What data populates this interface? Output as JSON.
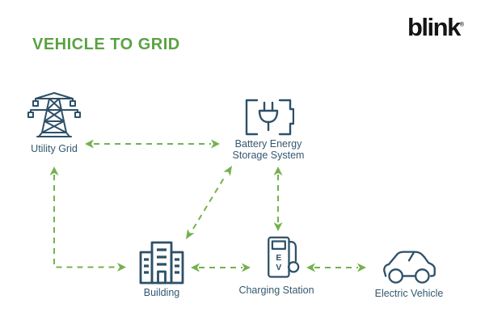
{
  "header": {
    "title": "VEHICLE TO GRID",
    "logo_text": "blink",
    "logo_trademark": "®"
  },
  "colors": {
    "title_green": "#5ba244",
    "arrow_green": "#74b14e",
    "icon_blue": "#2d5068",
    "label_blue": "#33586e",
    "logo_black": "#141414",
    "background": "#ffffff"
  },
  "nodes": {
    "utility_grid": {
      "label": "Utility Grid",
      "icon": "transmission-tower-icon"
    },
    "battery_storage": {
      "label_line1": "Battery Energy",
      "label_line2": "Storage System",
      "icon": "battery-plug-icon"
    },
    "building": {
      "label": "Building",
      "icon": "building-icon"
    },
    "charging_station": {
      "label": "Charging Station",
      "icon": "ev-charger-icon",
      "ev_letters": {
        "top": "E",
        "bottom": "V"
      }
    },
    "electric_vehicle": {
      "label": "Electric Vehicle",
      "icon": "car-icon"
    }
  },
  "edges": [
    {
      "from": "Utility Grid",
      "to": "Battery Energy Storage System",
      "bidirectional": true,
      "style": "green-dashed"
    },
    {
      "from": "Utility Grid",
      "to": "Building",
      "bidirectional": true,
      "style": "green-dashed",
      "shape": "elbow"
    },
    {
      "from": "Building",
      "to": "Battery Energy Storage System",
      "bidirectional": true,
      "style": "green-dashed",
      "shape": "diagonal"
    },
    {
      "from": "Battery Energy Storage System",
      "to": "Charging Station",
      "bidirectional": true,
      "style": "green-dashed"
    },
    {
      "from": "Building",
      "to": "Charging Station",
      "bidirectional": true,
      "style": "green-dashed"
    },
    {
      "from": "Charging Station",
      "to": "Electric Vehicle",
      "bidirectional": true,
      "style": "green-dashed"
    }
  ]
}
